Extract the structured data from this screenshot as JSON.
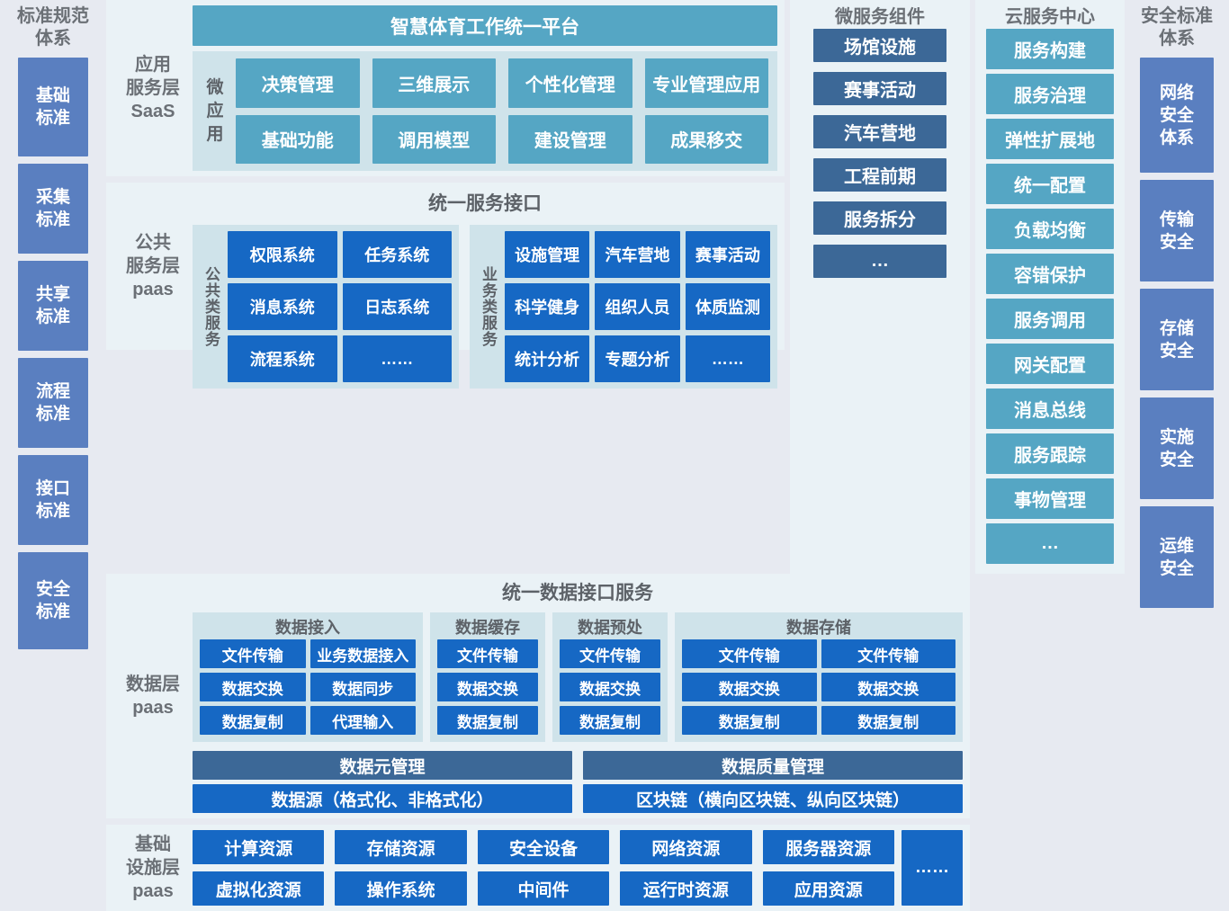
{
  "left_sidebar": {
    "title": "标准规范\n体系",
    "title_lines": [
      "标准规范",
      "体系"
    ],
    "items": [
      {
        "label": "基础\n标准",
        "lines": [
          "基础",
          "标准"
        ],
        "height": 110
      },
      {
        "label": "采集\n标准",
        "lines": [
          "采集",
          "标准"
        ],
        "height": 78
      },
      {
        "label": "共享\n标准",
        "lines": [
          "共享",
          "标准"
        ],
        "height": 78
      },
      {
        "label": "流程\n标准",
        "lines": [
          "流程",
          "标准"
        ],
        "height": 78
      },
      {
        "label": "接口\n标准",
        "lines": [
          "接口",
          "标准"
        ],
        "height": 78
      },
      {
        "label": "安全\n标准",
        "lines": [
          "安全",
          "标准"
        ],
        "height": 110
      }
    ]
  },
  "right_sidebar": {
    "title_lines": [
      "安全标准",
      "体系"
    ],
    "items": [
      {
        "lines": [
          "网络",
          "安全",
          "体系"
        ],
        "height": 128
      },
      {
        "lines": [
          "传输",
          "安全"
        ],
        "height": 113
      },
      {
        "lines": [
          "存储",
          "安全"
        ],
        "height": 113
      },
      {
        "lines": [
          "实施",
          "安全"
        ],
        "height": 113
      },
      {
        "lines": [
          "运维",
          "安全"
        ],
        "height": 113
      }
    ]
  },
  "saas": {
    "layer_label_lines": [
      "应用",
      "服务层",
      "SaaS"
    ],
    "platform_title": "智慧体育工作统一平台",
    "micro_app_label": [
      "微",
      "应",
      "用"
    ],
    "apps": [
      "决策管理",
      "三维展示",
      "个性化管理",
      "专业管理应用",
      "基础功能",
      "调用模型",
      "建设管理",
      "成果移交"
    ]
  },
  "paas": {
    "layer_label_lines": [
      "公共",
      "服务层",
      "paas"
    ],
    "header": "统一服务接口",
    "group_public": {
      "vertical_label": "公共类服务",
      "items": [
        "权限系统",
        "任务系统",
        "消息系统",
        "日志系统",
        "流程系统",
        "……"
      ]
    },
    "group_business": {
      "vertical_label": "业务类服务",
      "items": [
        "设施管理",
        "汽车营地",
        "赛事活动",
        "科学健身",
        "组织人员",
        "体质监测",
        "统计分析",
        "专题分析",
        "……"
      ]
    }
  },
  "data_layer": {
    "layer_label_lines": [
      "数据层",
      "paas"
    ],
    "header": "统一数据接口服务",
    "groups": [
      {
        "title": "数据接入",
        "cols": 2,
        "items": [
          "文件传输",
          "业务数据接入",
          "数据交换",
          "数据同步",
          "数据复制",
          "代理输入"
        ]
      },
      {
        "title": "数据缓存",
        "cols": 1,
        "items": [
          "文件传输",
          "数据交换",
          "数据复制"
        ]
      },
      {
        "title": "数据预处",
        "cols": 1,
        "items": [
          "文件传输",
          "数据交换",
          "数据复制"
        ]
      },
      {
        "title": "数据存储",
        "cols": 2,
        "items": [
          "文件传输",
          "文件传输",
          "数据交换",
          "数据交换",
          "数据复制",
          "数据复制"
        ]
      }
    ],
    "bars_left": [
      "数据元管理",
      "数据源（格式化、非格式化）"
    ],
    "bars_right": [
      "数据质量管理",
      "区块链（横向区块链、纵向区块链）"
    ]
  },
  "infra": {
    "layer_label_lines": [
      "基础",
      "设施层",
      "paas"
    ],
    "items": [
      "计算资源",
      "存储资源",
      "安全设备",
      "网络资源",
      "服务器资源",
      "虚拟化资源",
      "操作系统",
      "中间件",
      "运行时资源",
      "应用资源"
    ],
    "more": "……"
  },
  "microservices": {
    "title": "微服务组件",
    "items": [
      "场馆设施",
      "赛事活动",
      "汽车营地",
      "工程前期",
      "服务拆分",
      "…"
    ]
  },
  "cloud_center": {
    "title": "云服务中心",
    "items": [
      "服务构建",
      "服务治理",
      "弹性扩展地",
      "统一配置",
      "负载均衡",
      "容错保护",
      "服务调用",
      "网关配置",
      "消息总线",
      "服务跟踪",
      "事物管理",
      "…"
    ]
  },
  "colors": {
    "page_bg": "#e7eaf1",
    "panel_bg": "#eaf2f6",
    "group_bg": "#cfe3ea",
    "teal": "#55a6c4",
    "blue": "#1668c4",
    "slate": "#3c6897",
    "standard_blue": "#5a7fc0",
    "text_gray": "#6b7076"
  }
}
